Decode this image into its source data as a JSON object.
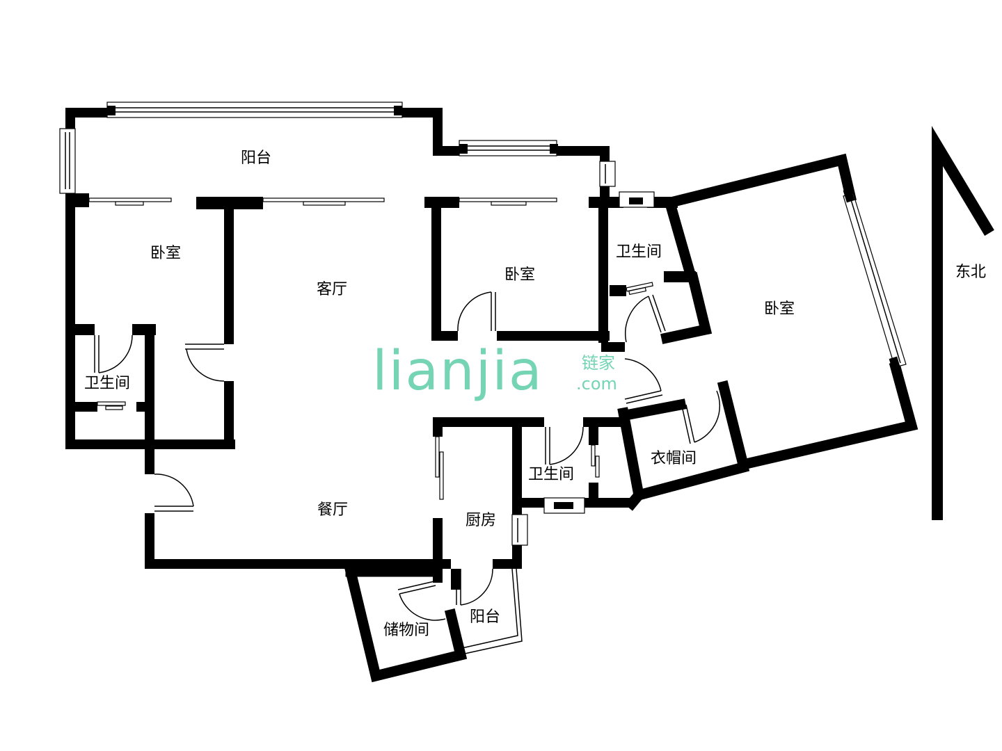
{
  "rooms": {
    "balcony_north": "阳台",
    "bedroom_west": "卧室",
    "living_room": "客厅",
    "bedroom_middle": "卧室",
    "bathroom_northeast": "卫生间",
    "bedroom_master": "卧室",
    "bathroom_west": "卫生间",
    "dining_room": "餐厅",
    "kitchen": "厨房",
    "bathroom_central": "卫生间",
    "cloakroom": "衣帽间",
    "storage": "储物间",
    "balcony_south": "阳台"
  },
  "compass": {
    "label": "东北"
  },
  "watermark": {
    "brand": "lianjia",
    "brand_cn": "链家",
    "domain": ".com",
    "color": "#5ccda8"
  }
}
